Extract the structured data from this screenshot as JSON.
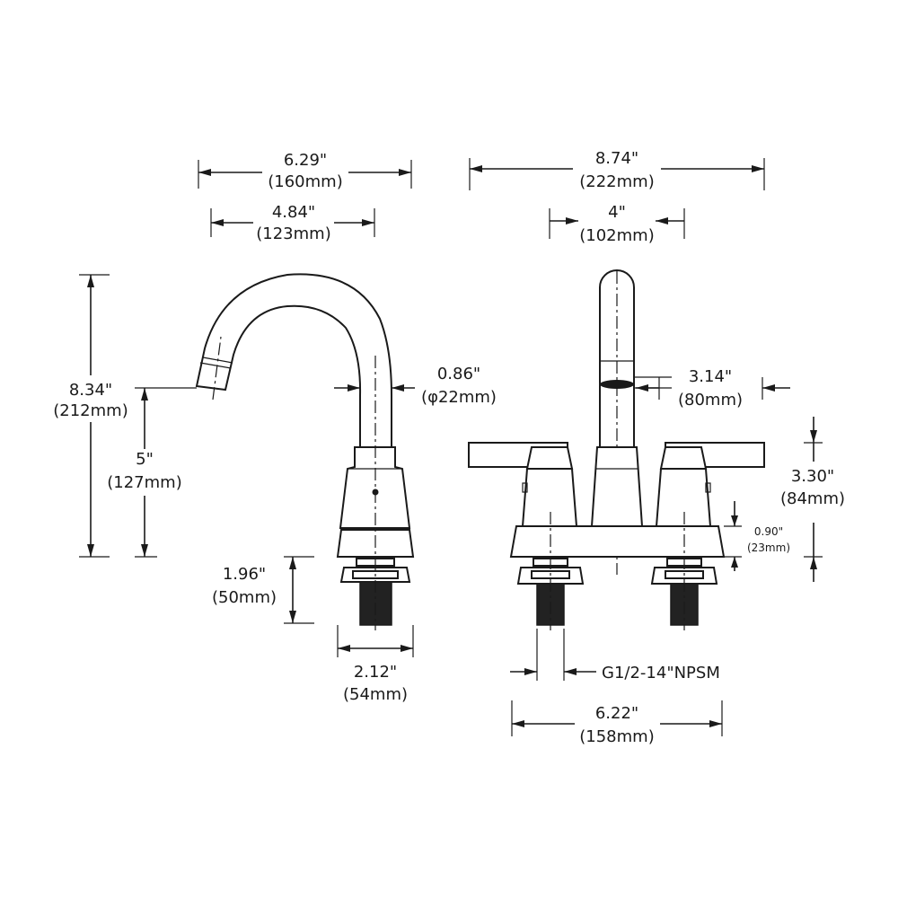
{
  "side_view": {
    "overall_width": {
      "in": "6.29\"",
      "mm": "(160mm)"
    },
    "spout_reach": {
      "in": "4.84\"",
      "mm": "(123mm)"
    },
    "total_height": {
      "in": "8.34\"",
      "mm": "(212mm)"
    },
    "spout_height": {
      "in": "5\"",
      "mm": "(127mm)"
    },
    "spout_diameter": {
      "in": "0.86\"",
      "mm": "(φ22mm)"
    },
    "shank_length": {
      "in": "1.96\"",
      "mm": "(50mm)"
    },
    "base_width": {
      "in": "2.12\"",
      "mm": "(54mm)"
    }
  },
  "front_view": {
    "overall_width": {
      "in": "8.74\"",
      "mm": "(222mm)"
    },
    "spout_offset": {
      "in": "4\"",
      "mm": "(102mm)"
    },
    "handle_offset": {
      "in": "3.14\"",
      "mm": "(80mm)"
    },
    "handle_height": {
      "in": "3.30\"",
      "mm": "(84mm)"
    },
    "deck_height": {
      "in": "0.90\"",
      "mm": "(23mm)"
    },
    "thread": "G1/2-14\"NPSM",
    "center_spacing": {
      "in": "6.22\"",
      "mm": "(158mm)"
    }
  }
}
